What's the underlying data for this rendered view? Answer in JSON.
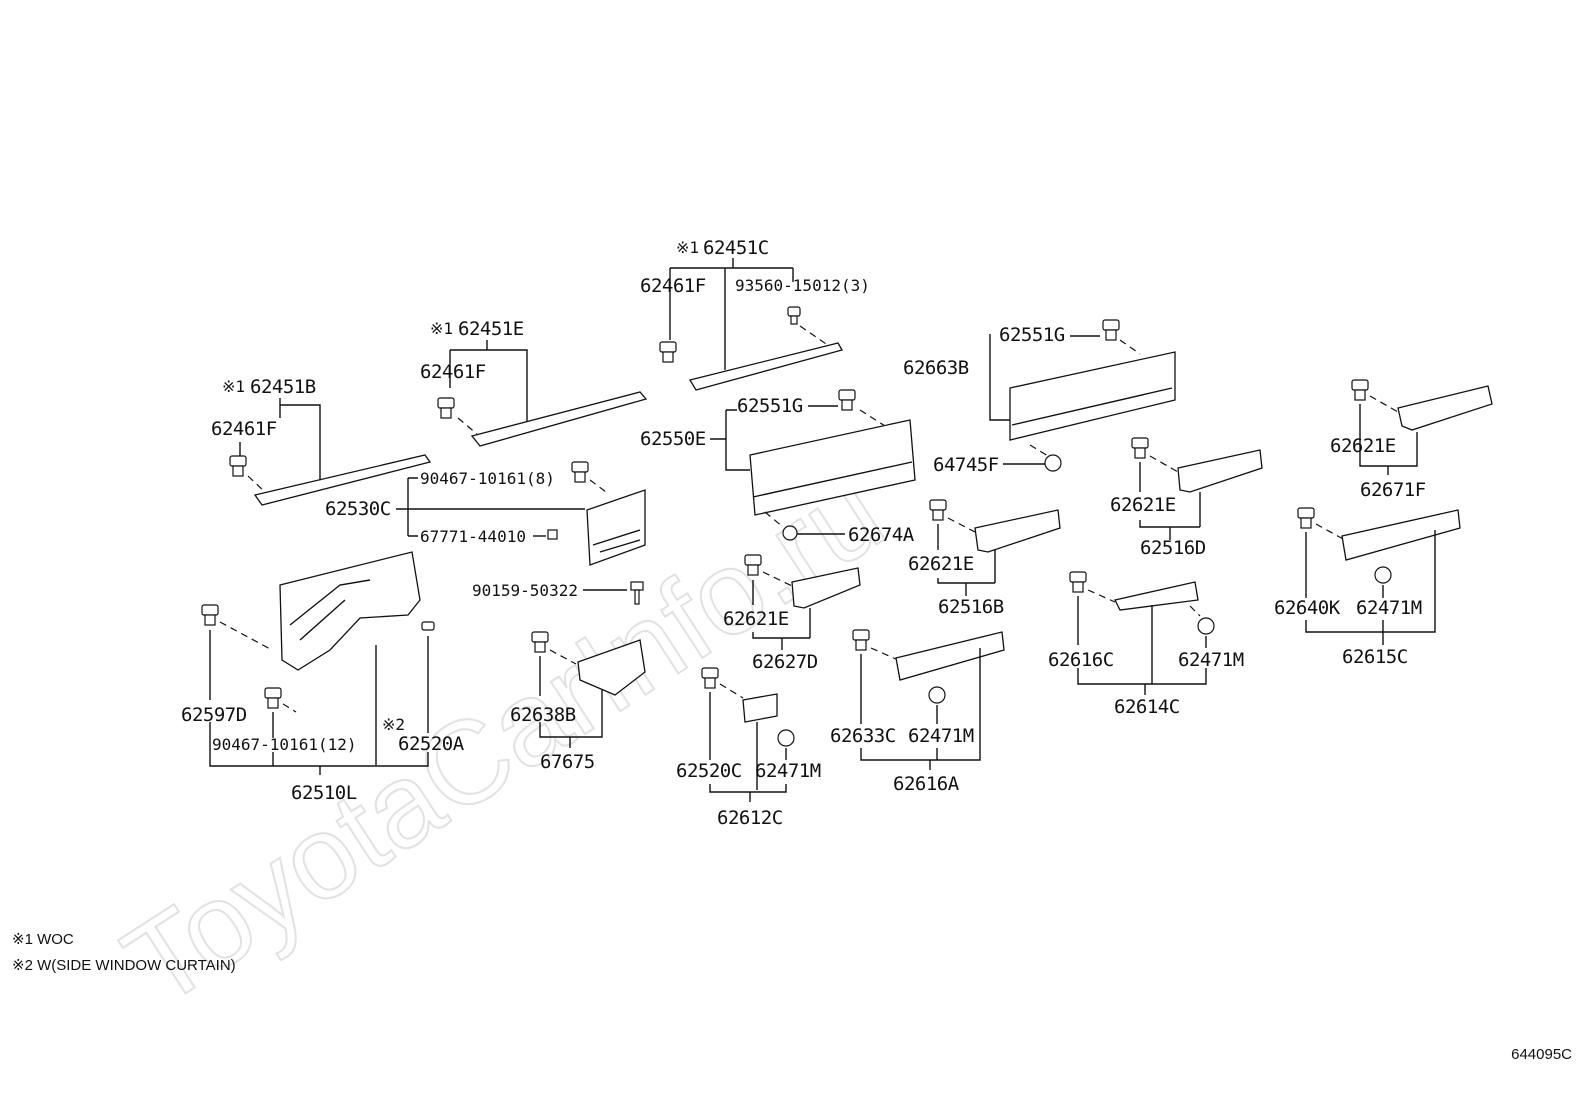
{
  "watermark": "ToyotaCarInfo.ru",
  "notes": [
    "※1 WOC",
    "※2 W(SIDE WINDOW CURTAIN)"
  ],
  "diagram_ref": "644095C",
  "note_marks": {
    "n1": "※1",
    "n2": "※2"
  },
  "labels": {
    "p62451B": "62451B",
    "p62461F_a": "62461F",
    "p62451E": "62451E",
    "p62461F_b": "62461F",
    "p62451C": "62451C",
    "p62461F_c": "62461F",
    "p93560": "93560-15012(3)",
    "p62663B": "62663B",
    "p62551G_a": "62551G",
    "p62551G_b": "62551G",
    "p62550E": "62550E",
    "p64745F": "64745F",
    "p62674A": "62674A",
    "p90467_8": "90467-10161(8)",
    "p62530C": "62530C",
    "p67771": "67771-44010",
    "p90159": "90159-50322",
    "p62621E_a": "62621E",
    "p62671F": "62671F",
    "p62621E_b": "62621E",
    "p62516D": "62516D",
    "p62621E_c": "62621E",
    "p62516B": "62516B",
    "p62621E_d": "62621E",
    "p62627D": "62627D",
    "p62640K": "62640K",
    "p62471M_a": "62471M",
    "p62615C": "62615C",
    "p62616C": "62616C",
    "p62471M_b": "62471M",
    "p62614C": "62614C",
    "p62633C": "62633C",
    "p62471M_c": "62471M",
    "p62616A": "62616A",
    "p62520C": "62520C",
    "p62471M_d": "62471M",
    "p62612C": "62612C",
    "p62638B": "62638B",
    "p67675": "67675",
    "p62597D": "62597D",
    "p90467_12": "90467-10161(12)",
    "p62520A": "62520A",
    "p62510L": "62510L"
  }
}
